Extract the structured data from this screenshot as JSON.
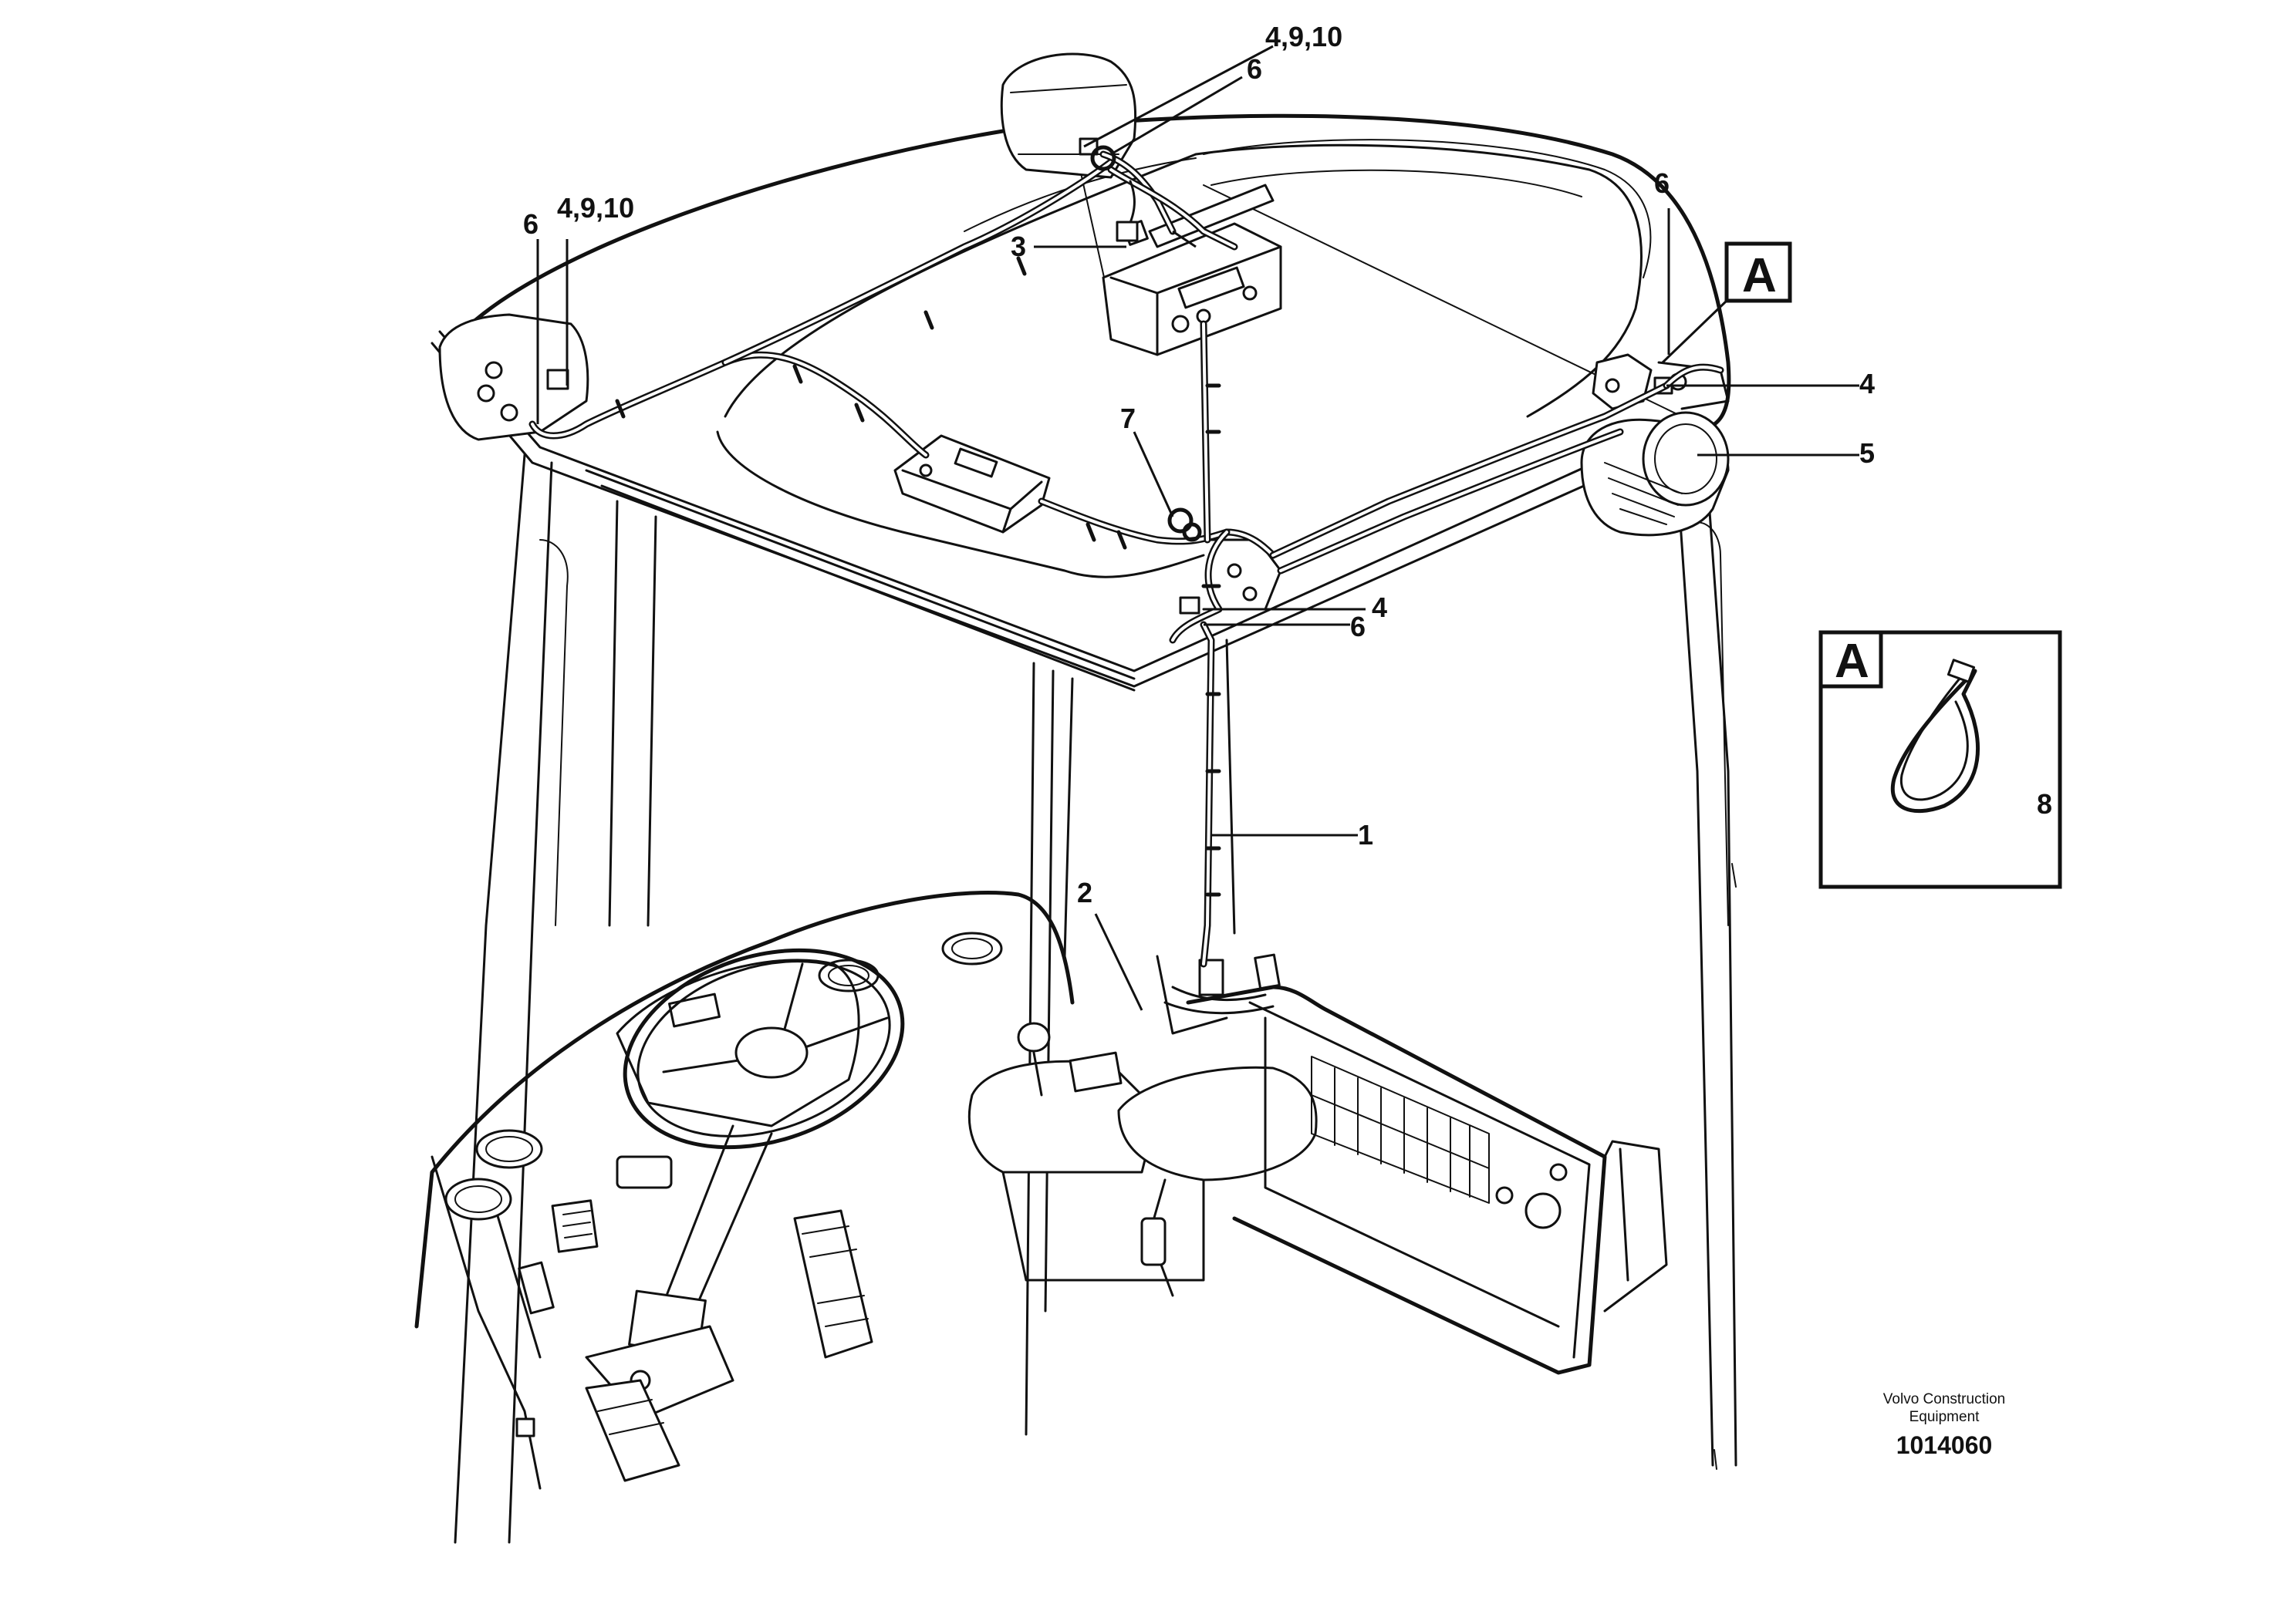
{
  "callouts": {
    "c_4910_top": "4,9,10",
    "c_6_top": "6",
    "c_6_left": "6",
    "c_4910_left": "4,9,10",
    "c_3": "3",
    "c_6_right": "6",
    "c_4_right": "4",
    "c_5": "5",
    "c_7": "7",
    "c_4_mid": "4",
    "c_6_mid": "6",
    "c_1": "1",
    "c_2": "2",
    "c_8": "8"
  },
  "detail_ref": "A",
  "detail_box_label": "A",
  "footer": {
    "line1": "Volvo Construction",
    "line2": "Equipment",
    "doc_number": "1014060"
  }
}
